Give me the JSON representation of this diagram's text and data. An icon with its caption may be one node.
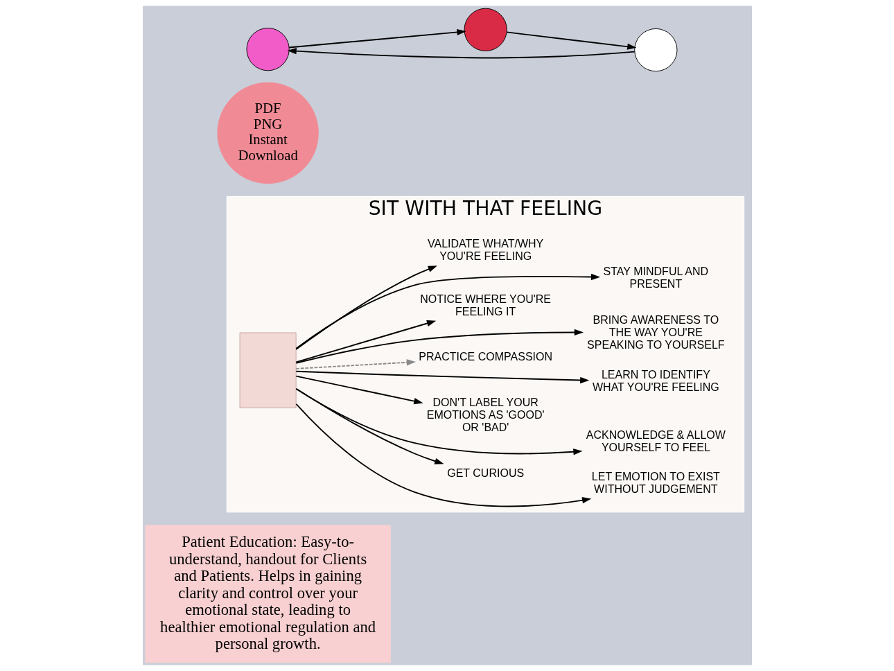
{
  "diagram": {
    "nodes": [
      {
        "text": [
          "Patient Education: Easy-to-understand, handout for Clients and Patients. Helps in gaining clarity and control over your emotional state, leading to healthier emotional regulation and personal growth."
        ]
      },
      {
        "text": [
          "SIT WITH THAT FEELING"
        ]
      },
      {
        "text": [],
        "shape": "box",
        "in": 1
      },
      {
        "text": [
          "LET EMOTION TO EXIST WITHOUT JUDGEMENT"
        ],
        "in": 1
      },
      {
        "text": [
          "GET CURIOUS"
        ],
        "in": 1
      },
      {
        "text": [
          "ACKNOWLEDGE & ALLOW YOURSELF TO FEEL"
        ],
        "in": 1
      },
      {
        "text": [
          "DON'T LABEL YOUR EMOTIONS AS 'GOOD' OR 'BAD'"
        ],
        "in": 1
      },
      {
        "text": [
          "LEARN TO IDENTIFY WHAT YOU'RE FEELING"
        ],
        "in": 1
      },
      {
        "text": [
          "PRACTICE COMPASSION"
        ],
        "in": 1
      },
      {
        "text": [
          "BRING AWARENESS TO THE WAY YOU'RE SPEAKING TO YOURSELF"
        ],
        "in": 1
      },
      {
        "text": [
          "NOTICE WHERE YOU'RE FEELING IT"
        ],
        "in": 1
      },
      {
        "text": [
          "STAY MINDFUL AND PRESENT"
        ],
        "in": 1
      },
      {
        "text": [
          "VALIDATE WHAT/WHY YOU'RE FEELING"
        ],
        "in": 1
      },
      {
        "text": [
          "PDF",
          "PNG",
          "Instant",
          "Download"
        ]
      },
      {
        "text": [],
        "shape": "circle"
      },
      {
        "text": [],
        "shape": "circle"
      },
      {
        "text": [],
        "shape": "circle"
      }
    ],
    "edges": [
      {
        "from": 2,
        "to": 3,
        "arrow": "to"
      },
      {
        "from": 2,
        "to": 4,
        "arrow": "to"
      },
      {
        "from": 2,
        "to": 5,
        "arrow": "to"
      },
      {
        "from": 2,
        "to": 6,
        "arrow": "to"
      },
      {
        "from": 2,
        "to": 7,
        "arrow": "to"
      },
      {
        "from": 2,
        "to": 8,
        "arrow": "to",
        "style": "dashed",
        "color": "#8a8a8a"
      },
      {
        "from": 2,
        "to": 9,
        "arrow": "to"
      },
      {
        "from": 2,
        "to": 10,
        "arrow": "to"
      },
      {
        "from": 2,
        "to": 11,
        "arrow": "to"
      },
      {
        "from": 2,
        "to": 12,
        "arrow": "to"
      },
      {
        "from": 14,
        "to": 15,
        "arrow": "to"
      },
      {
        "from": 15,
        "to": 16,
        "arrow": "to"
      },
      {
        "from": 16,
        "to": 14,
        "arrow": "to"
      }
    ]
  }
}
